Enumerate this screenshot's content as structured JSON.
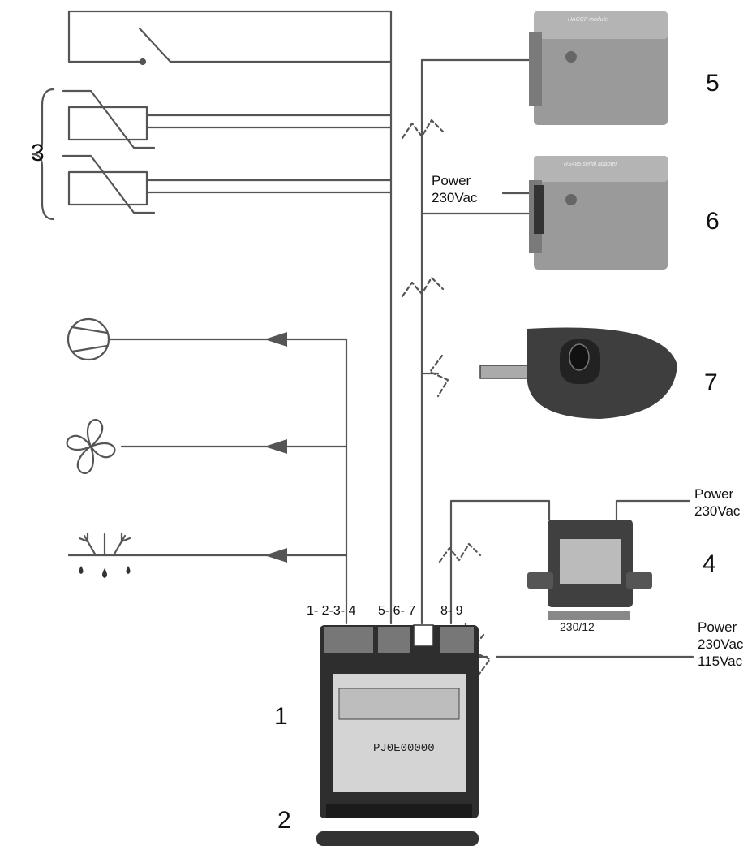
{
  "callouts": {
    "n1": "1",
    "n2": "2",
    "n3": "3",
    "n4": "4",
    "n5": "5",
    "n6": "6",
    "n7": "7"
  },
  "terminals": {
    "group_a": "1- 2-3- 4",
    "group_b": "5- 6- 7",
    "group_c": "8- 9"
  },
  "power": {
    "serial_adapter": [
      "Power",
      "230Vac"
    ],
    "transformer": [
      "Power",
      "230Vac"
    ],
    "controller": [
      "Power",
      "230Vac",
      "115Vac"
    ]
  },
  "devices": {
    "haccp_module": "HACCP module",
    "serial_adapter": "RS485 serial adapter",
    "transformer": "230/12",
    "controller_code": "PJ0E00000"
  }
}
